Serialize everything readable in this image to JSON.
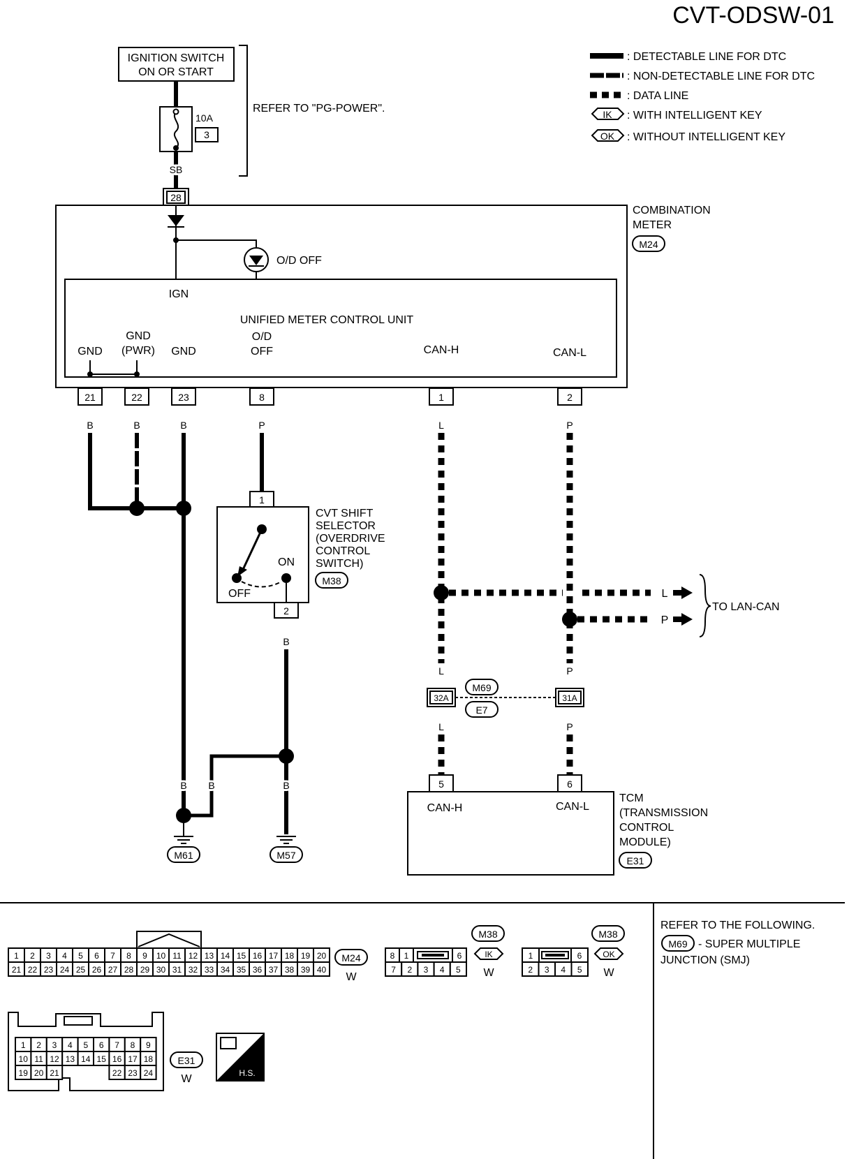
{
  "page_code": "CVT-ODSW-01",
  "legend": {
    "detectable": ": DETECTABLE LINE FOR DTC",
    "non_detectable": ": NON-DETECTABLE LINE FOR DTC",
    "data_line": ": DATA LINE",
    "ik_tag": "IK",
    "ik_text": ": WITH INTELLIGENT KEY",
    "ok_tag": "OK",
    "ok_text": ": WITHOUT INTELLIGENT KEY"
  },
  "power": {
    "ignition_line1": "IGNITION SWITCH",
    "ignition_line2": "ON OR START",
    "fuse_rating": "10A",
    "fuse_number": "3",
    "refer": "REFER TO \"PG-POWER\".",
    "wire_color": "SB",
    "terminal": "28"
  },
  "combination_meter": {
    "name_line1": "COMBINATION",
    "name_line2": "METER",
    "connector": "M24",
    "od_off_lamp": "O/D OFF",
    "ign": "IGN",
    "control_unit": "UNIFIED METER CONTROL UNIT",
    "pins": [
      {
        "label": "GND",
        "terminal": "21",
        "wire": "B"
      },
      {
        "label": "GND",
        "label2": "(PWR)",
        "terminal": "22",
        "wire": "B"
      },
      {
        "label": "GND",
        "terminal": "23",
        "wire": "B"
      },
      {
        "label": "O/D",
        "label2": "OFF",
        "terminal": "8",
        "wire": "P"
      },
      {
        "label": "CAN-H",
        "terminal": "1",
        "wire": "L"
      },
      {
        "label": "CAN-L",
        "terminal": "2",
        "wire": "P"
      }
    ]
  },
  "shift_selector": {
    "line1": "CVT SHIFT",
    "line2": "SELECTOR",
    "line3": "(OVERDRIVE",
    "line4": "CONTROL",
    "line5": "SWITCH)",
    "connector": "M38",
    "on": "ON",
    "off": "OFF",
    "terminal_in": "1",
    "terminal_out": "2",
    "wire_out": "B"
  },
  "lan": {
    "label": "TO LAN-CAN",
    "l": "L",
    "p": "P"
  },
  "smj": {
    "connector_a": "M69",
    "connector_b": "E7",
    "term_l": "32A",
    "term_p": "31A",
    "wire_l": "L",
    "wire_p": "P"
  },
  "tcm": {
    "line1": "TCM",
    "line2": "(TRANSMISSION",
    "line3": "CONTROL",
    "line4": "MODULE)",
    "connector": "E31",
    "can_h": "CAN-H",
    "can_l": "CAN-L",
    "term_h": "5",
    "term_l": "6"
  },
  "grounds": {
    "left": "M61",
    "right": "M57",
    "wire": "B"
  },
  "connectors": {
    "m24_row1": [
      "1",
      "2",
      "3",
      "4",
      "5",
      "6",
      "7",
      "8",
      "9",
      "10",
      "11",
      "12",
      "13",
      "14",
      "15",
      "16",
      "17",
      "18",
      "19",
      "20"
    ],
    "m24_row2": [
      "21",
      "22",
      "23",
      "24",
      "25",
      "26",
      "27",
      "28",
      "29",
      "30",
      "31",
      "32",
      "33",
      "34",
      "35",
      "36",
      "37",
      "38",
      "39",
      "40"
    ],
    "m24_name": "M24",
    "m24_color": "W",
    "m38ik_row1": [
      "8",
      "1",
      "6"
    ],
    "m38ik_row2": [
      "7",
      "2",
      "3",
      "4",
      "5"
    ],
    "m38ik_name": "M38",
    "m38ik_tag": "IK",
    "m38ik_color": "W",
    "m38ok_row1": [
      "1",
      "6"
    ],
    "m38ok_row2": [
      "2",
      "3",
      "4",
      "5"
    ],
    "m38ok_name": "M38",
    "m38ok_tag": "OK",
    "m38ok_color": "W",
    "e31_row1": [
      "1",
      "2",
      "3",
      "4",
      "5",
      "6",
      "7",
      "8",
      "9"
    ],
    "e31_row2": [
      "10",
      "11",
      "12",
      "13",
      "14",
      "15",
      "16",
      "17",
      "18"
    ],
    "e31_row3a": [
      "19",
      "20",
      "21"
    ],
    "e31_row3b": [
      "22",
      "23",
      "24"
    ],
    "e31_name": "E31",
    "e31_color": "W",
    "hs": "H.S."
  },
  "refer_note": {
    "line1": "REFER TO THE FOLLOWING.",
    "connector": "M69",
    "line2": "- SUPER MULTIPLE",
    "line3": "JUNCTION (SMJ)"
  }
}
